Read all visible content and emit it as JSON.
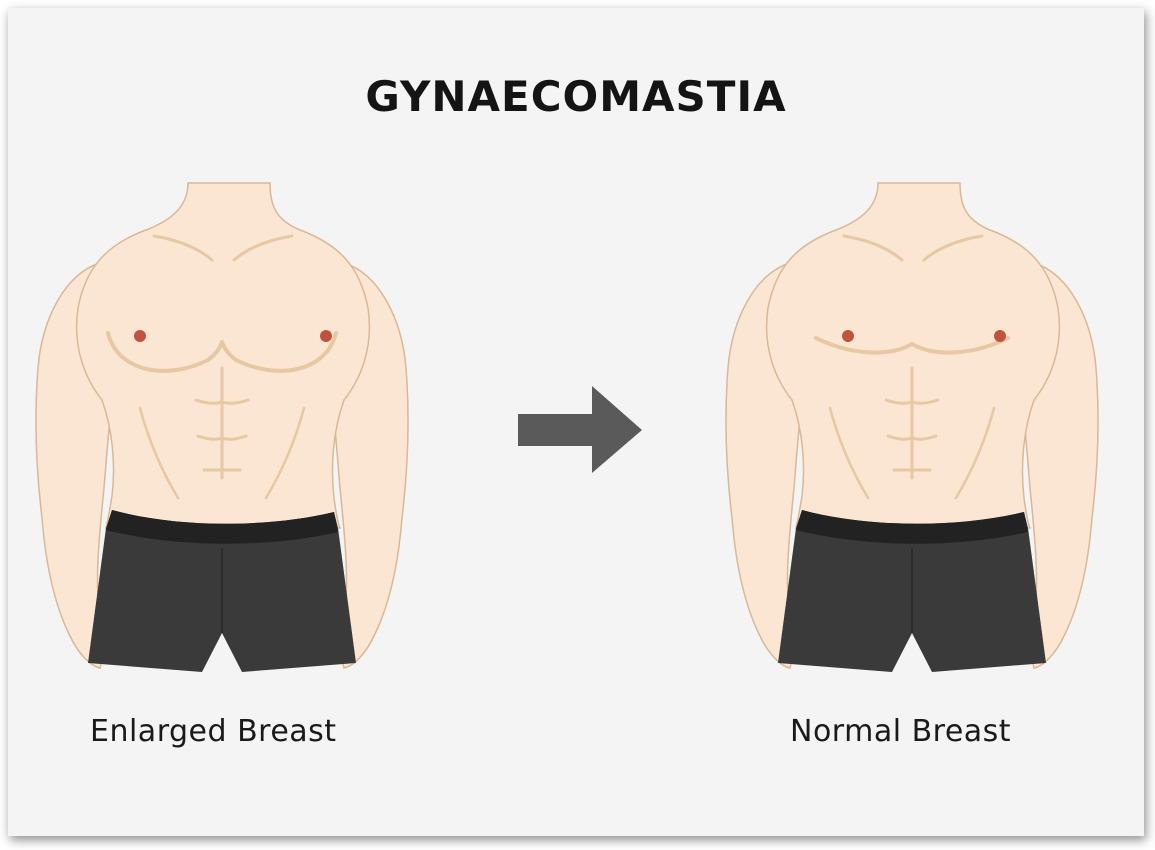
{
  "title": "GYNAECOMASTIA",
  "figures": [
    {
      "caption": "Enlarged Breast"
    },
    {
      "caption": "Normal Breast"
    }
  ],
  "arrow": {
    "icon": "right-arrow-icon",
    "color": "#5a5a5a"
  },
  "colors": {
    "background": "#f4f4f4",
    "skin": "#fbe6d3",
    "skin_shadow": "#e6c8a2",
    "nipple": "#c0533e",
    "shorts": "#3a3a3a",
    "waistband": "#222222"
  }
}
